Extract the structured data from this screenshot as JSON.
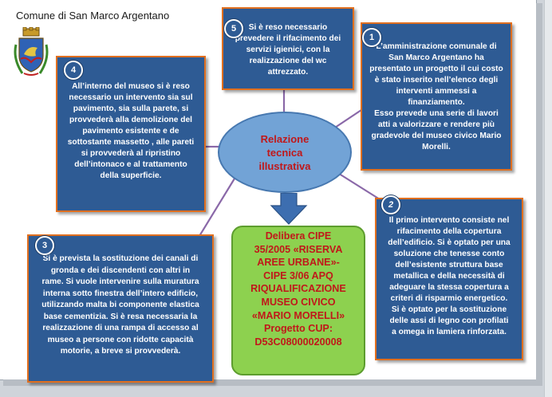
{
  "header": {
    "title": "Comune di San Marco Argentano"
  },
  "center": {
    "title": "Relazione tecnica illustrativa"
  },
  "green_box": {
    "lines": [
      "Delibera CIPE",
      "35/2005 «RISERVA",
      "AREE URBANE»-",
      "CIPE 3/06 APQ",
      "RIQUALIFICAZIONE",
      "MUSEO CIVICO",
      "«MARIO MORELLI»",
      "Progetto CUP:",
      "D53C08000020008"
    ]
  },
  "boxes": [
    {
      "number": "1",
      "lines": [
        "L’amministrazione comunale di",
        "San Marco Argentano ha",
        "presentato un progetto il cui costo",
        "è stato inserito nell’elenco degli",
        "interventi ammessi a",
        "finanziamento.",
        "Esso prevede una serie di lavori",
        "atti a valorizzare e rendere più",
        "gradevole del museo civico Mario",
        "Morelli."
      ]
    },
    {
      "number": "2",
      "lines": [
        "Il primo intervento consiste nel",
        "rifacimento della copertura",
        "dell’edificio. Si è optato per una",
        "soluzione che tenesse conto",
        "dell’esistente struttura base",
        "metallica e della necessità di",
        "adeguare la stessa copertura a",
        "criteri di risparmio energetico.",
        "Si è optato per la sostituzione",
        "delle assi di legno con profilati",
        "a omega in lamiera rinforzata."
      ]
    },
    {
      "number": "3",
      "lines": [
        "Si è prevista la sostituzione dei canali di",
        "gronda e dei discendenti con altri in",
        "rame. Si vuole intervenire sulla muratura",
        "interna sotto finestra dell’intero edificio,",
        "utilizzando malta bi componente elastica",
        "base cementizia. Si è resa necessaria la",
        "realizzazione di una rampa di accesso al",
        "museo a persone con ridotte capacità",
        "motorie, a breve si provvederà."
      ]
    },
    {
      "number": "4",
      "lines": [
        "All’interno del museo si è reso",
        "necessario un intervento sia sul",
        "pavimento, sia sulla parete, si",
        "provvederà alla demolizione del",
        "pavimento esistente e de",
        "sottostante massetto , alle pareti",
        "si provvederà al ripristino",
        "dell’intonaco e al trattamento",
        "della superficie."
      ]
    },
    {
      "number": "5",
      "lines": [
        "Si è reso necessario",
        "prevedere il rifacimento dei",
        "servizi igienici, con la",
        "realizzazione del wc",
        "attrezzato."
      ]
    }
  ],
  "colors": {
    "box_fill": "#2e5b94",
    "box_border": "#e06f1f",
    "ellipse_fill": "#72a3d6",
    "title_red": "#c0181a",
    "green_fill": "#8dd14f",
    "connector": "#8a68a8"
  }
}
